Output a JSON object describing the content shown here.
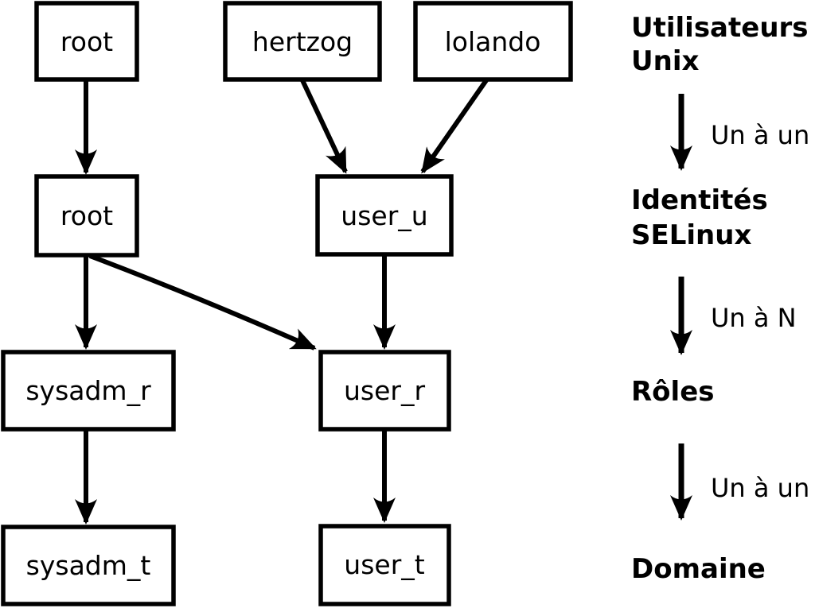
{
  "diagram": {
    "title_semantic": "SELinux user identity role domain mapping",
    "colors": {
      "foreground": "#000000",
      "background": "#ffffff"
    },
    "nodes": {
      "root_unix": "root",
      "hertzog": "hertzog",
      "lolando": "lolando",
      "root_selinux": "root",
      "user_u": "user_u",
      "sysadm_r": "sysadm_r",
      "user_r": "user_r",
      "sysadm_t": "sysadm_t",
      "user_t": "user_t"
    },
    "legend": {
      "unix_users_line1": "Utilisateurs",
      "unix_users_line2": "Unix",
      "arrow1_label": "Un à un",
      "selinux_identities_line1": "Identités",
      "selinux_identities_line2": "SELinux",
      "arrow2_label": "Un à N",
      "roles": "Rôles",
      "arrow3_label": "Un à un",
      "domain": "Domaine"
    }
  }
}
